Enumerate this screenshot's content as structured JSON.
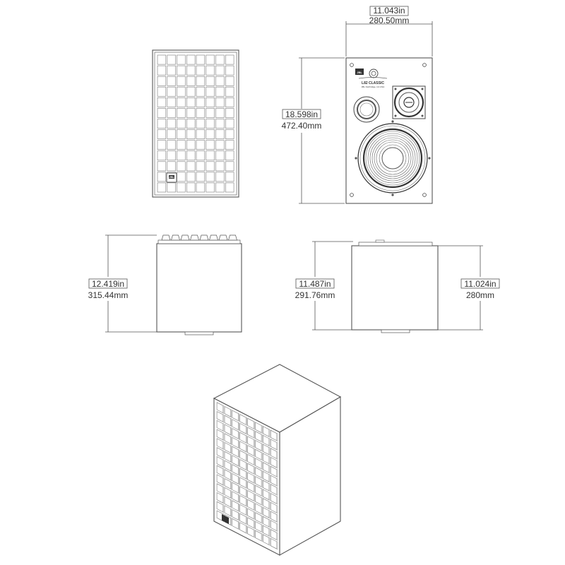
{
  "dimensions": {
    "width": {
      "in": "11.043in",
      "mm": "280.50mm"
    },
    "height": {
      "in": "18.598in",
      "mm": "472.40mm"
    },
    "side_depth": {
      "in": "12.419in",
      "mm": "315.44mm"
    },
    "top_depth_with_grille": {
      "in": "11.487in",
      "mm": "291.76mm"
    },
    "top_depth_cabinet": {
      "in": "11.024in",
      "mm": "280mm"
    }
  },
  "front_panel": {
    "logo": "JBL",
    "model": "L82 CLASSIC",
    "fine_print": "JBL Northridge, CA USA"
  },
  "grille": {
    "logo": "JBL",
    "columns": 8,
    "rows": 13
  }
}
